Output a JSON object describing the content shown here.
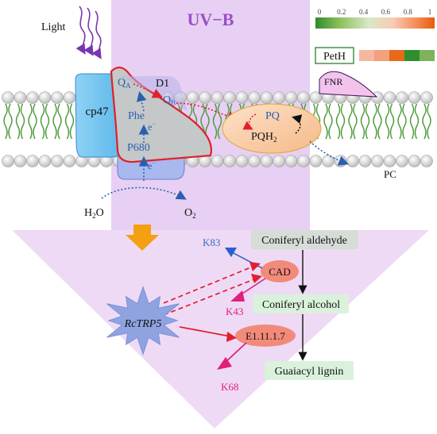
{
  "header": {
    "uvb_label": "UV−B",
    "light_label": "Light"
  },
  "heatmap_legend": {
    "ticks": [
      "0",
      "0.2",
      "0.4",
      "0.6",
      "0.8",
      "1"
    ],
    "gradient_colors": [
      "#2e8b2e",
      "#8cbf5a",
      "#d9e8c8",
      "#f8cbb5",
      "#f28c54",
      "#e65c0a"
    ]
  },
  "peth_row": {
    "label": "PetH",
    "cell_colors": [
      "#f6b7a0",
      "#f3a07e",
      "#e66a1a",
      "#2f8f2f",
      "#7fb25a"
    ]
  },
  "membrane": {
    "complex_labels": {
      "cp47": "cp47",
      "d1": "D1",
      "qa_main": "Q",
      "qa_sub": "A",
      "qb_main": "Q",
      "qb_sub": "B",
      "phe": "Phe",
      "e1": "e",
      "e_sup": "−",
      "p680": "P680",
      "e2": "e",
      "pq": "PQ",
      "pqh2_main": "PQH",
      "pqh2_sub": "2",
      "fnr": "FNR",
      "pc": "PC"
    },
    "water": {
      "h2o_main": "H",
      "h2o_sub": "2",
      "h2o_tail": "O",
      "o2_main": "O",
      "o2_sub": "2"
    }
  },
  "pathway": {
    "nodes": {
      "coniferyl_aldehyde": "Coniferyl aldehyde",
      "coniferyl_alcohol": "Coniferyl alcohol",
      "guaiacyl_lignin": "Guaiacyl lignin"
    },
    "enzymes": {
      "cad": "CAD",
      "e11117": "E1.11.1.7"
    },
    "sites": {
      "k83": "K83",
      "k43": "K43",
      "k68": "K68"
    },
    "regulator": "RcTRP5"
  },
  "colors": {
    "uvb_band": "#e9d3f3",
    "uvb_text": "#9b4fc8",
    "triangle_fill": "#eed8f5",
    "node_green": "#dff3df",
    "node_gray": "#d9dcd9",
    "enzyme_fill": "#f28a7a",
    "star_fill": "#8fa3e0",
    "k83_blue": "#3a6ec0",
    "magenta": "#e0207a",
    "red_arrow": "#e02030",
    "arrow_orange": "#f5a012"
  }
}
